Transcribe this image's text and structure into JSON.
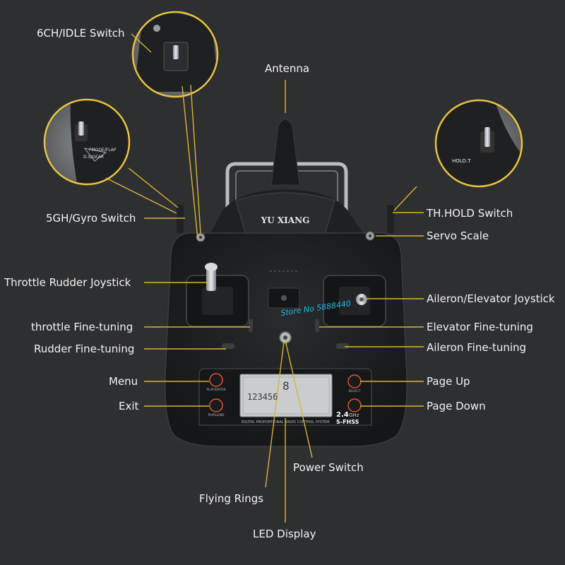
{
  "labels": {
    "ch6_idle_switch": "6CH/IDLE Switch",
    "antenna": "Antenna",
    "gyro_switch": "5GH/Gyro Switch",
    "th_hold_switch": "TH.HOLD Switch",
    "servo_scale": "Servo Scale",
    "throttle_rudder_joystick": "Throttle Rudder Joystick",
    "aileron_elevator_joystick": "Aileron/Elevator Joystick",
    "throttle_fine_tuning": "throttle Fine-tuning",
    "elevator_fine_tuning": "Elevator Fine-tuning",
    "rudder_fine_tuning": "Rudder Fine-tuning",
    "aileron_fine_tuning": "Aileron Fine-tuning",
    "menu": "Menu",
    "page_up": "Page Up",
    "exit": "Exit",
    "page_down": "Page Down",
    "power_switch": "Power Switch",
    "flying_rings": "Flying Rings",
    "led_display": "LED Display"
  },
  "device": {
    "brand": "YU XIANG",
    "panel_text": "DIGITAL PROPORTIONAL RADIO CONTROL SYSTEM",
    "band_text": "2.4",
    "band_unit": "GHz",
    "tech_text": "S-FHSS",
    "lcd_digits": "123456",
    "lcd_value": "8",
    "btn_menu_text": "PLAY/ENTER",
    "btn_exit_text": "PUR/LEND",
    "btn_up_text": "SELECT",
    "inset_gyro_text1": "FMODE/FLAP",
    "inset_gyro_text2": "D.S/GEAR",
    "inset_hold_text": "HOLD.T",
    "watermark": "Store No 5888440"
  },
  "colors": {
    "background": "#2e2f31",
    "label_text": "#f2f2f2",
    "leader_line": "#d8b437",
    "device_body": "#1b1c1e",
    "button_ring": "#e0542e",
    "lcd": "#c9cdcf",
    "watermark": "#22b8e8"
  }
}
